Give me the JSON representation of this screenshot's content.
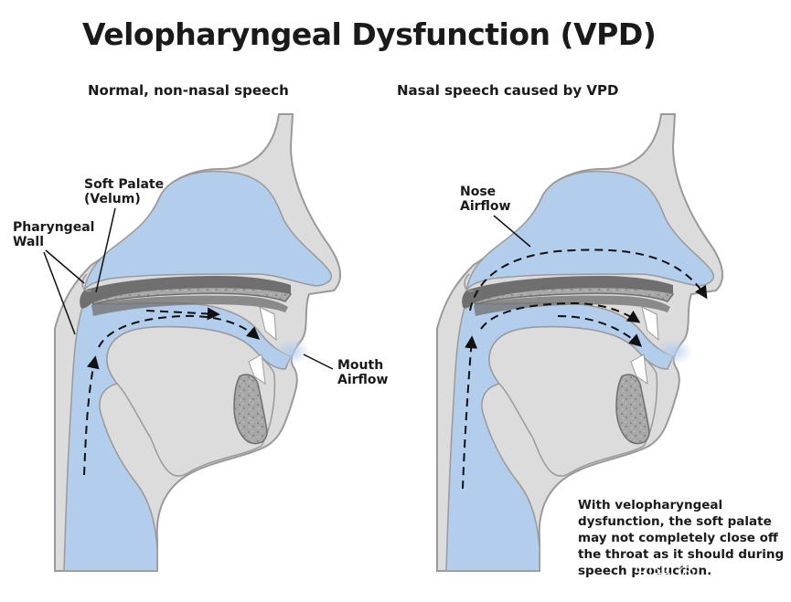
{
  "title": "Velopharyngeal Dysfunction (VPD)",
  "panels": [
    {
      "subtitle": "Normal, non-nasal speech",
      "labels": {
        "soft_palate": [
          "Soft Palate",
          "(Velum)"
        ],
        "pharyngeal_wall": [
          "Pharyngeal",
          "Wall"
        ],
        "mouth_airflow": [
          "Mouth",
          "Airflow"
        ]
      }
    },
    {
      "subtitle": "Nasal speech caused by VPD",
      "labels": {
        "nose_airflow": [
          "Nose",
          "Airflow"
        ]
      },
      "note": [
        "With velopharyngeal",
        "dysfunction, the soft palate",
        "may not completely close off",
        "the throat as it should during",
        "speech production."
      ]
    }
  ],
  "watermark": "知乎 @Dr.VK",
  "colors": {
    "airway_blue": "#b3cdec",
    "tissue_gray": "#dcdcdc",
    "outline_gray": "#9a9a9a",
    "palate_dark": "#6f6f6f",
    "bone_speckle": "#a8a8a8",
    "teeth": "#ffffff",
    "text": "#1a1a1a"
  }
}
